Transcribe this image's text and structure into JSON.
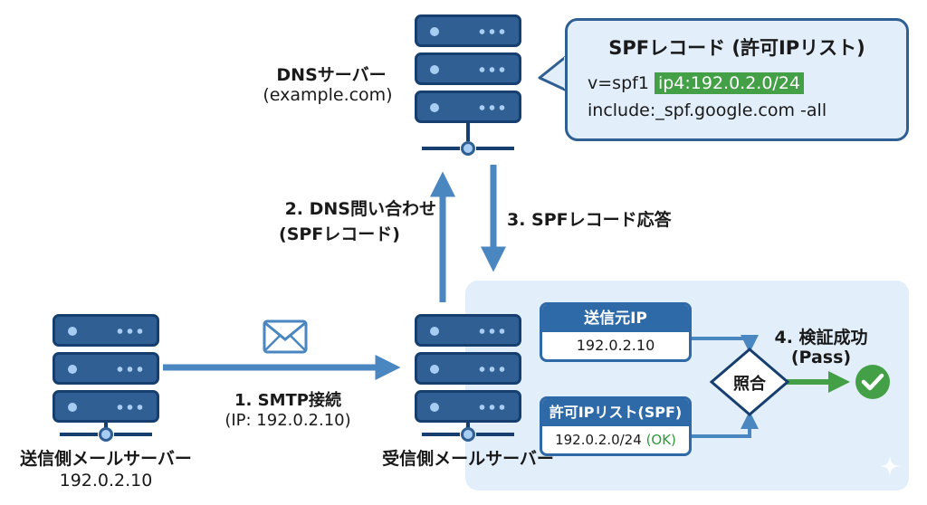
{
  "dns_server": {
    "title": "DNSサーバー",
    "domain": "(example.com)"
  },
  "spf_bubble": {
    "title": "SPFレコード (許可IPリスト)",
    "prefix": "v=spf1",
    "highlight": "ip4:192.0.2.0/24",
    "line2": "include:_spf.google.com -all"
  },
  "steps": {
    "step1_title": "1. SMTP接続",
    "step1_sub": "(IP: 192.0.2.10)",
    "step2_line1": "2. DNS問い合わせ",
    "step2_line2": "(SPFレコード)",
    "step3": "3. SPFレコード応答",
    "step4_line1": "4. 検証成功",
    "step4_line2": "(Pass)"
  },
  "sender_server": {
    "title": "送信側メールサーバー",
    "ip": "192.0.2.10"
  },
  "receiver_server": {
    "title": "受信側メールサーバー"
  },
  "source_ip_box": {
    "header": "送信元IP",
    "value": "192.0.2.10"
  },
  "allowed_ip_box": {
    "header": "許可IPリスト(SPF)",
    "value": "192.0.2.0/24",
    "status": "(OK)"
  },
  "compare_label": "照合",
  "colors": {
    "primary": "#2f5f93",
    "arrow": "#4a86c0",
    "success": "#43a047",
    "panel": "#e2eefa"
  },
  "icons": [
    "server-icon",
    "envelope-icon",
    "check-circle-icon",
    "sparkle-icon"
  ]
}
